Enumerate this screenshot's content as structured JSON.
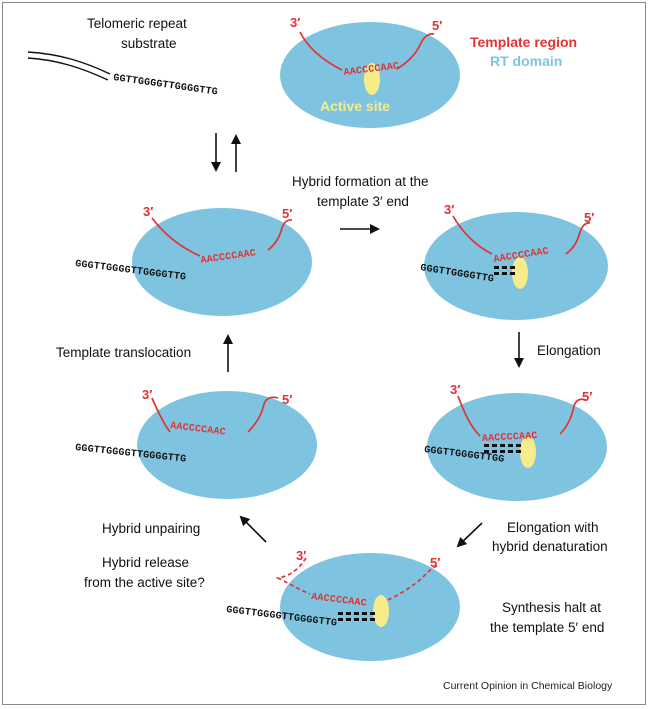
{
  "legend": {
    "template_region": "Template region",
    "rt_domain": "RT domain",
    "template_color": "#e23232",
    "rt_color": "#7ec4e0",
    "active_site_color": "#f7ec8a"
  },
  "labels": {
    "substrate": [
      "Telomeric repeat",
      "substrate"
    ],
    "active_site": "Active site",
    "hybrid_formation": [
      "Hybrid formation at the",
      "template 3′ end"
    ],
    "elongation": "Elongation",
    "template_translocation": "Template translocation",
    "hybrid_unpairing": "Hybrid unpairing",
    "hybrid_release": [
      "Hybrid release",
      "from the active site?"
    ],
    "elongation_denaturation": [
      "Elongation with",
      "hybrid denaturation"
    ],
    "synthesis_halt": [
      "Synthesis halt at",
      "the template 5′ end"
    ],
    "prime3": "3′",
    "prime5": "5′",
    "footer": "Current Opinion in Chemical Biology"
  },
  "sequences": {
    "template": "AACCCCAAC",
    "substrate_dna": "GGTTGGGGTTGGGGTTG",
    "state_b_dna": "GGGTTGGGGTTGGGGTTG",
    "state_c_dna": "GGGTTGGGGTTG",
    "state_d_dna": "GGGTTGGGGTTGG",
    "state_e_dna": "GGGTTGGGGTTGGGGTTG",
    "state_f_dna": "GGGTTGGGGTTGGGGTTG"
  }
}
